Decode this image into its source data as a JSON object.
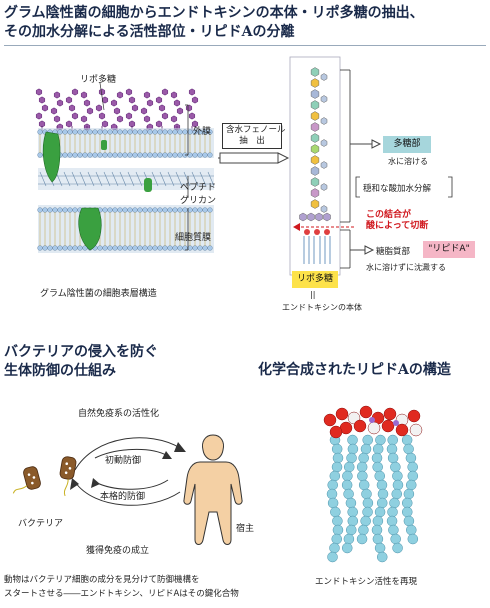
{
  "title": {
    "line1": "グラム陰性菌の細胞からエンドトキシンの本体・リポ多糖の抽出、",
    "line2": "その加水分解による活性部位・リピドAの分離"
  },
  "membrane": {
    "lps_label": "リポ多糖",
    "outer_label": "外膜",
    "peptido_label1": "ペプチド",
    "peptido_label2": "グリカン",
    "cyto_label": "細胞質膜",
    "caption": "グラム陰性菌の細胞表層構造"
  },
  "extraction": {
    "box_line1": "含水フェノール",
    "box_line2": "抽　出",
    "polysaccharide_label": "多糖部",
    "polysaccharide_note": "水に溶ける",
    "hydrolysis_label": "穏和な酸加水分解",
    "cleave_line1": "この結合が",
    "cleave_line2": "酸によって切断",
    "glycolipid_label": "糖脂質部",
    "lipid_a_label": "\"リピドA\"",
    "glycolipid_note": "水に溶けずに沈澱する",
    "lps_box_label": "リポ多糖",
    "equiv_symbol": "||",
    "endotoxin_label": "エンドトキシンの本体"
  },
  "defense": {
    "title_line1": "バクテリアの侵入を防ぐ",
    "title_line2": "生体防御の仕組み",
    "innate_activation": "自然免疫系の活性化",
    "initial_defense": "初動防御",
    "full_defense": "本格的防御",
    "acquired_immunity": "獲得免疫の成立",
    "bacteria_label": "バクテリア",
    "host_label": "宿主",
    "caption_line1": "動物はバクテリア細胞の成分を見分けて防御機構を",
    "caption_line2": "スタートさせる――エンドトキシン、リピドAはその鍵化合物"
  },
  "synthesis": {
    "title": "化学合成されたリピドAの構造",
    "caption": "エンドトキシン活性を再現"
  },
  "colors": {
    "title_text": "#1a2a4a",
    "highlight_red": "#d0181e",
    "teal_box": "#a6d6dc",
    "pink_box": "#f5b6c6",
    "yellow_box": "#fde24a",
    "purple_chain": "#8a4a9c",
    "green_protein": "#3aa040",
    "lipid_cyan": "#8fd0e0",
    "lipid_red": "#e02a20"
  },
  "icons": [
    "bacterium-icon",
    "human-silhouette-icon",
    "lipid-a-molecule-icon",
    "lps-chain-icon",
    "membrane-icon"
  ]
}
